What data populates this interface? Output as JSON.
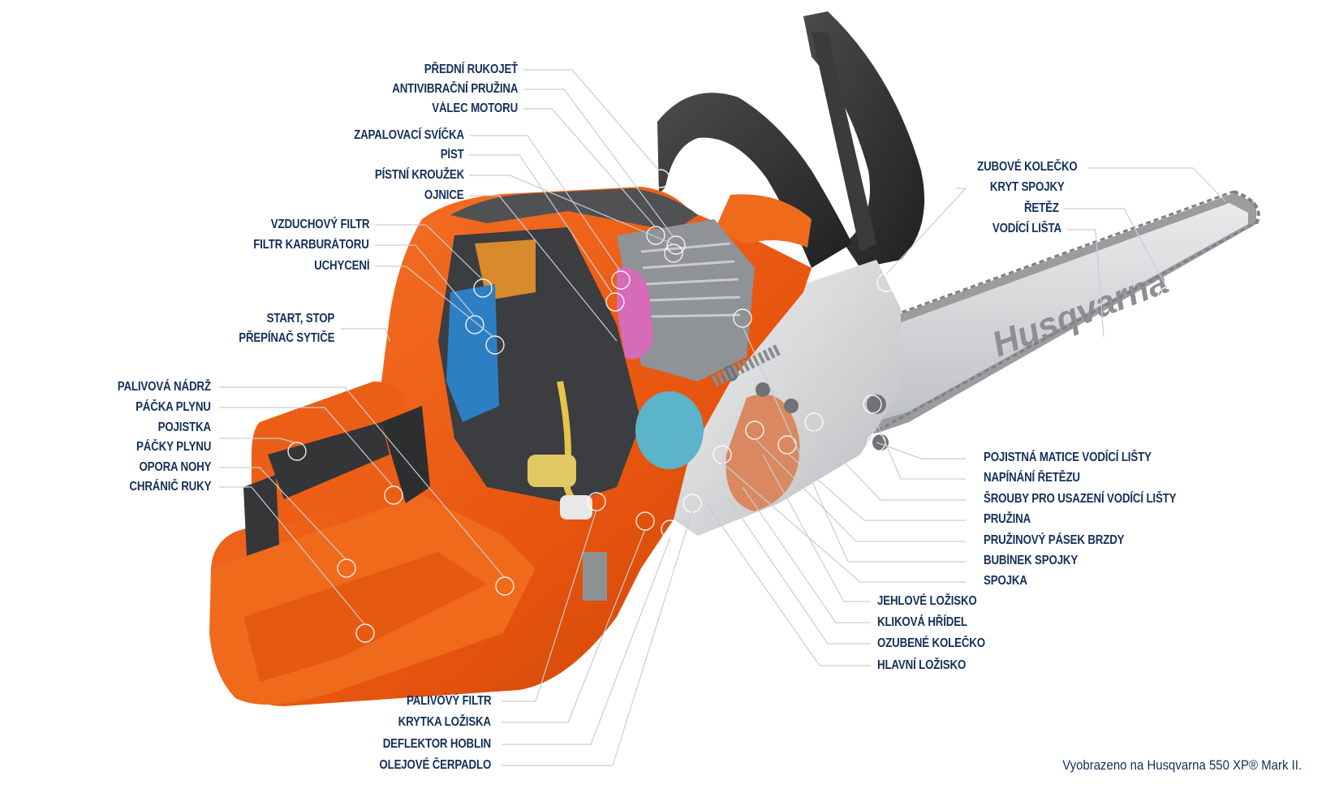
{
  "diagram": {
    "subject": "chainsaw cutaway",
    "brand_on_bar": "Husqvarna",
    "colors": {
      "label_text": "#14305a",
      "leader_line": "#c9cdd2",
      "body_orange": "#ec5a12",
      "handle_dark": "#2e2f31",
      "bar_silver": "#d3d5d7"
    }
  },
  "labels": {
    "left_top": [
      {
        "id": "predni-rukojet",
        "text": "PŘEDNÍ RUKOJEŤ"
      },
      {
        "id": "antivibracni-pruzina",
        "text": "ANTIVIBRAČNÍ PRUŽINA"
      },
      {
        "id": "valec-motoru",
        "text": "VÁLEC MOTORU"
      },
      {
        "id": "zapalovaci-svicka",
        "text": "ZAPALOVACÍ SVÍČKA"
      },
      {
        "id": "pist",
        "text": "PÍST"
      },
      {
        "id": "pistni-krouzek",
        "text": "PÍSTNÍ KROUŽEK"
      },
      {
        "id": "ojnice",
        "text": "OJNICE"
      },
      {
        "id": "vzduchovy-filtr",
        "text": "VZDUCHOVÝ FILTR"
      },
      {
        "id": "filtr-karburatoru",
        "text": "FILTR KARBURÁTORU"
      },
      {
        "id": "uchyceni",
        "text": "UCHYCENÍ"
      },
      {
        "id": "start-stop",
        "text": "START, STOP"
      },
      {
        "id": "prepinac-sytice",
        "text": "PŘEPÍNAČ SYTIČE"
      },
      {
        "id": "palivova-nadrz",
        "text": "PALIVOVÁ NÁDRŽ"
      },
      {
        "id": "packa-plynu",
        "text": "PÁČKA PLYNU"
      },
      {
        "id": "pojistka",
        "text": "POJISTKA"
      },
      {
        "id": "packy-plynu",
        "text": "PÁČKY PLYNU"
      },
      {
        "id": "opora-nohy",
        "text": "OPORA NOHY"
      },
      {
        "id": "chranic-ruky",
        "text": "CHRÁNIČ RUKY"
      }
    ],
    "bottom_left": [
      {
        "id": "palivovy-filtr",
        "text": "PALIVOVÝ FILTR"
      },
      {
        "id": "krytka-loziska",
        "text": "KRYTKA LOŽISKA"
      },
      {
        "id": "deflektor-hoblin",
        "text": "DEFLEKTOR HOBLIN"
      },
      {
        "id": "olejove-cerpadlo",
        "text": "OLEJOVÉ ČERPADLO"
      }
    ],
    "right_top": [
      {
        "id": "zubove-kolecko",
        "text": "ZUBOVÉ KOLEČKO"
      },
      {
        "id": "kryt-spojky",
        "text": "KRYT SPOJKY"
      },
      {
        "id": "retez",
        "text": "ŘETĚZ"
      },
      {
        "id": "vodici-lista",
        "text": "VODÍCÍ LIŠTA"
      }
    ],
    "right_bottom": [
      {
        "id": "pojistna-matice",
        "text": "POJISTNÁ MATICE VODÍCÍ LIŠTY"
      },
      {
        "id": "napinani-retezu",
        "text": "NAPÍNÁNÍ ŘETĚZU"
      },
      {
        "id": "srouby",
        "text": "ŠROUBY PRO USAZENÍ VODÍCÍ LIŠTY"
      },
      {
        "id": "pruzina",
        "text": "PRUŽINA"
      },
      {
        "id": "pruzinovy-pasek",
        "text": "PRUŽINOVÝ PÁSEK BRZDY"
      },
      {
        "id": "bubinek-spojky",
        "text": "BUBÍNEK SPOJKY"
      },
      {
        "id": "spojka",
        "text": "SPOJKA"
      }
    ],
    "center_bottom": [
      {
        "id": "jehlove-lozisko",
        "text": "JEHLOVÉ LOŽISKO"
      },
      {
        "id": "klikova-hridel",
        "text": "KLIKOVÁ HŘÍDEL"
      },
      {
        "id": "ozubene-kolecko",
        "text": "OZUBENÉ KOLEČKO"
      },
      {
        "id": "hlavni-lozisko",
        "text": "HLAVNÍ LOŽISKO"
      }
    ]
  },
  "caption": "Vyobrazeno na Husqvarna 550 XP® Mark II."
}
